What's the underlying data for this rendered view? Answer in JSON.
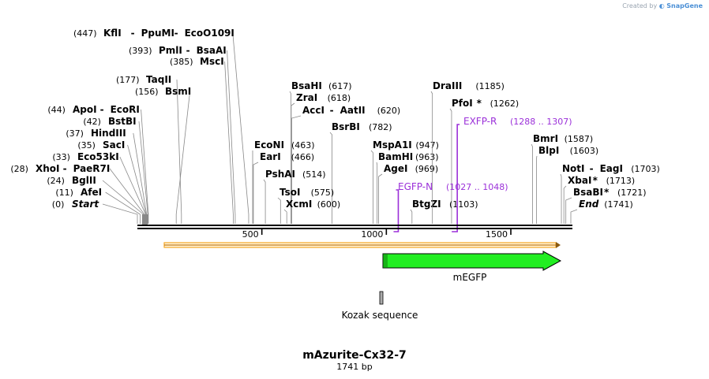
{
  "watermark": {
    "prefix": "Created by",
    "brand": "SnapGene"
  },
  "plasmid": {
    "name": "mAzurite-Cx32-7",
    "size_label": "1741 bp",
    "length": 1741
  },
  "colors": {
    "primer": "#9b30d9",
    "feature_green": "#22ee22",
    "orange": "#f5a623"
  },
  "ticks": [
    {
      "pos": 500,
      "label": "500"
    },
    {
      "pos": 1000,
      "label": "1000"
    },
    {
      "pos": 1500,
      "label": "1500"
    }
  ],
  "sites": [
    {
      "names": [
        "KflI",
        "PpuMI",
        "EcoO109I"
      ],
      "pos_label": "(447)",
      "pos": 447,
      "star": [
        false,
        false,
        false
      ]
    },
    {
      "names": [
        "PmlI",
        "BsaAI"
      ],
      "pos_label": "(393)",
      "pos": 393,
      "star": [
        false,
        false
      ]
    },
    {
      "names": [
        "MscI"
      ],
      "pos_label": "(385)",
      "pos": 385,
      "star": [
        false
      ]
    },
    {
      "names": [
        "TaqII"
      ],
      "pos_label": "(177)",
      "pos": 177,
      "star": [
        false
      ]
    },
    {
      "names": [
        "BsmI"
      ],
      "pos_label": "(156)",
      "pos": 156,
      "star": [
        false
      ]
    },
    {
      "names": [
        "ApoI",
        "EcoRI"
      ],
      "pos_label": "(44)",
      "pos": 44,
      "star": [
        false,
        false
      ]
    },
    {
      "names": [
        "BstBI"
      ],
      "pos_label": "(42)",
      "pos": 42,
      "star": [
        false
      ]
    },
    {
      "names": [
        "HindIII"
      ],
      "pos_label": "(37)",
      "pos": 37,
      "star": [
        false
      ]
    },
    {
      "names": [
        "SacI"
      ],
      "pos_label": "(35)",
      "pos": 35,
      "star": [
        false
      ]
    },
    {
      "names": [
        "Eco53kI"
      ],
      "pos_label": "(33)",
      "pos": 33,
      "star": [
        false
      ]
    },
    {
      "names": [
        "XhoI",
        "PaeR7I"
      ],
      "pos_label": "(28)",
      "pos": 28,
      "star": [
        false,
        false
      ]
    },
    {
      "names": [
        "BglII"
      ],
      "pos_label": "(24)",
      "pos": 24,
      "star": [
        false
      ]
    },
    {
      "names": [
        "AfeI"
      ],
      "pos_label": "(11)",
      "pos": 11,
      "star": [
        false
      ]
    },
    {
      "names": [
        "Start"
      ],
      "pos_label": "(0)",
      "pos": 0,
      "star": [
        false
      ],
      "italic": true
    },
    {
      "names": [
        "BsaHI"
      ],
      "pos_label": "(617)",
      "pos": 617,
      "star": [
        false
      ]
    },
    {
      "names": [
        "ZraI"
      ],
      "pos_label": "(618)",
      "pos": 618,
      "star": [
        false
      ]
    },
    {
      "names": [
        "AccI",
        "AatII"
      ],
      "pos_label": "(620)",
      "pos": 620,
      "star": [
        false,
        false
      ]
    },
    {
      "names": [
        "BsrBI"
      ],
      "pos_label": "(782)",
      "pos": 782,
      "star": [
        false
      ]
    },
    {
      "names": [
        "EcoNI"
      ],
      "pos_label": "(463)",
      "pos": 463,
      "star": [
        false
      ]
    },
    {
      "names": [
        "EarI"
      ],
      "pos_label": "(466)",
      "pos": 466,
      "star": [
        false
      ]
    },
    {
      "names": [
        "PshAI"
      ],
      "pos_label": "(514)",
      "pos": 514,
      "star": [
        false
      ]
    },
    {
      "names": [
        "TsoI"
      ],
      "pos_label": "(575)",
      "pos": 575,
      "star": [
        false
      ]
    },
    {
      "names": [
        "XcmI"
      ],
      "pos_label": "(600)",
      "pos": 600,
      "star": [
        false
      ]
    },
    {
      "names": [
        "MspA1I"
      ],
      "pos_label": "(947)",
      "pos": 947,
      "star": [
        false
      ]
    },
    {
      "names": [
        "BamHI"
      ],
      "pos_label": "(963)",
      "pos": 963,
      "star": [
        false
      ]
    },
    {
      "names": [
        "AgeI"
      ],
      "pos_label": "(969)",
      "pos": 969,
      "star": [
        false
      ]
    },
    {
      "names": [
        "BtgZI"
      ],
      "pos_label": "(1103)",
      "pos": 1103,
      "star": [
        false
      ]
    },
    {
      "names": [
        "DraIII"
      ],
      "pos_label": "(1185)",
      "pos": 1185,
      "star": [
        false
      ]
    },
    {
      "names": [
        "PfoI"
      ],
      "pos_label": "(1262)",
      "pos": 1262,
      "star": [
        true
      ]
    },
    {
      "names": [
        "BmrI"
      ],
      "pos_label": "(1587)",
      "pos": 1587,
      "star": [
        false
      ]
    },
    {
      "names": [
        "BlpI"
      ],
      "pos_label": "(1603)",
      "pos": 1603,
      "star": [
        false
      ]
    },
    {
      "names": [
        "NotI",
        "EagI"
      ],
      "pos_label": "(1703)",
      "pos": 1703,
      "star": [
        false,
        false
      ]
    },
    {
      "names": [
        "XbaI"
      ],
      "pos_label": "(1713)",
      "pos": 1713,
      "star": [
        true
      ]
    },
    {
      "names": [
        "BsaBI"
      ],
      "pos_label": "(1721)",
      "pos": 1721,
      "star": [
        true
      ]
    },
    {
      "names": [
        "End"
      ],
      "pos_label": "(1741)",
      "pos": 1741,
      "star": [
        false
      ],
      "italic": true
    }
  ],
  "primers": [
    {
      "name": "EXFP-R",
      "range": "(1288 .. 1307)",
      "start": 1288,
      "end": 1307,
      "direction": "reverse"
    },
    {
      "name": "EGFP-N",
      "range": "(1027 .. 1048)",
      "start": 1027,
      "end": 1048,
      "direction": "forward"
    }
  ],
  "features": [
    {
      "name": "",
      "start": 110,
      "end": 1741,
      "type": "orange-arrow"
    },
    {
      "name": "mEGFP",
      "start": 1000,
      "end": 1741,
      "type": "green-arrow"
    },
    {
      "name": "Kozak sequence",
      "start": 994,
      "end": 1003,
      "type": "box"
    }
  ]
}
